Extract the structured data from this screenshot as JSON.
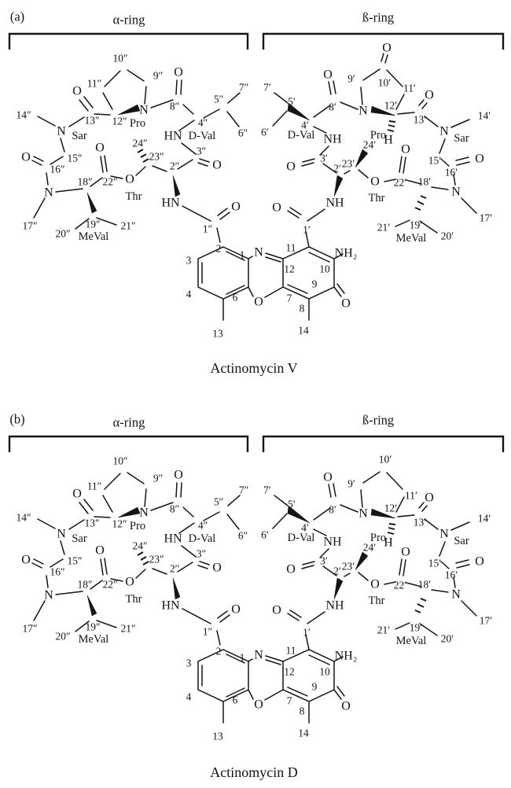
{
  "colors": {
    "ink": "#151515",
    "background": "#ffffff"
  },
  "panels": [
    {
      "letter": "(a)",
      "alpha_label": "α-ring",
      "beta_label": "ß-ring",
      "title": "Actinomycin V",
      "labels": [
        [
          "10″",
          153,
          74,
          "n"
        ],
        [
          "9″",
          201,
          96,
          "n"
        ],
        [
          "11″",
          120,
          106,
          "n"
        ],
        [
          "O",
          98,
          116,
          "a"
        ],
        [
          "14″",
          30,
          146,
          "n"
        ],
        [
          "N",
          183,
          140,
          "a"
        ],
        [
          "13″",
          117,
          153,
          "n"
        ],
        [
          "12″",
          152,
          154,
          "n"
        ],
        [
          "Pro",
          175,
          157,
          "m"
        ],
        [
          "N",
          78,
          167,
          "a"
        ],
        [
          "Sar",
          101,
          173,
          "m"
        ],
        [
          "O",
          33,
          200,
          "a"
        ],
        [
          "15″",
          95,
          201,
          "n"
        ],
        [
          "16″",
          73,
          215,
          "n"
        ],
        [
          "N",
          62,
          245,
          "a"
        ],
        [
          "17″",
          38,
          287,
          "n"
        ],
        [
          "18″",
          108,
          231,
          "n"
        ],
        [
          "22″",
          140,
          231,
          "n"
        ],
        [
          "O",
          127,
          188,
          "a"
        ],
        [
          "O",
          165,
          228,
          "a"
        ],
        [
          "Thr",
          170,
          250,
          "m"
        ],
        [
          "19″",
          118,
          285,
          "n"
        ],
        [
          "20″",
          80,
          297,
          "n"
        ],
        [
          "21″",
          163,
          287,
          "n"
        ],
        [
          "MeVal",
          119,
          301,
          "m"
        ],
        [
          "24″",
          178,
          182,
          "n"
        ],
        [
          "23″",
          199,
          199,
          "n"
        ],
        [
          "2″",
          222,
          211,
          "n"
        ],
        [
          "3″",
          256,
          192,
          "n"
        ],
        [
          "O",
          276,
          210,
          "a"
        ],
        [
          "HN",
          220,
          173,
          "a"
        ],
        [
          "D-Val",
          257,
          173,
          "m"
        ],
        [
          "4″",
          258,
          156,
          "n"
        ],
        [
          "8″",
          222,
          135,
          "n"
        ],
        [
          "O",
          227,
          92,
          "a"
        ],
        [
          "5″",
          278,
          126,
          "n"
        ],
        [
          "7″",
          310,
          111,
          "n"
        ],
        [
          "6″",
          309,
          169,
          "n"
        ],
        [
          "HN",
          217,
          258,
          "a"
        ],
        [
          "O",
          300,
          263,
          "a"
        ],
        [
          "1″",
          264,
          291,
          "n"
        ],
        [
          "2",
          278,
          316,
          "n"
        ],
        [
          "3",
          240,
          331,
          "n"
        ],
        [
          "1",
          308,
          324,
          "n"
        ],
        [
          "N",
          329,
          321,
          "a"
        ],
        [
          "11",
          370,
          315,
          "n"
        ],
        [
          "12",
          368,
          342,
          "n"
        ],
        [
          "10",
          413,
          342,
          "n"
        ],
        [
          "NH₂",
          440,
          322,
          "a"
        ],
        [
          "4",
          240,
          374,
          "n"
        ],
        [
          "6",
          299,
          378,
          "n"
        ],
        [
          "O",
          329,
          384,
          "a"
        ],
        [
          "7",
          368,
          379,
          "n"
        ],
        [
          "9",
          400,
          361,
          "n"
        ],
        [
          "8",
          384,
          392,
          "n"
        ],
        [
          "O",
          440,
          386,
          "a"
        ],
        [
          "13",
          277,
          424,
          "n"
        ],
        [
          "14",
          386,
          420,
          "n"
        ],
        [
          "O",
          352,
          264,
          "a"
        ],
        [
          "1′",
          390,
          292,
          "n"
        ],
        [
          "NH",
          426,
          258,
          "a"
        ],
        [
          "3′",
          412,
          201,
          "n"
        ],
        [
          "O",
          370,
          212,
          "a"
        ],
        [
          "2′",
          429,
          214,
          "n"
        ],
        [
          "23′",
          443,
          208,
          "n"
        ],
        [
          "24′",
          470,
          184,
          "n"
        ],
        [
          "NH",
          423,
          177,
          "a"
        ],
        [
          "D-Val",
          383,
          172,
          "m"
        ],
        [
          "4′",
          388,
          159,
          "n"
        ],
        [
          "6′",
          337,
          168,
          "n"
        ],
        [
          "5′",
          371,
          129,
          "n"
        ],
        [
          "7′",
          340,
          111,
          "n"
        ],
        [
          "8′",
          423,
          136,
          "n"
        ],
        [
          "O",
          417,
          95,
          "a"
        ],
        [
          "9′",
          447,
          100,
          "n"
        ],
        [
          "N",
          462,
          141,
          "a"
        ],
        [
          "10′",
          489,
          105,
          "n"
        ],
        [
          "O",
          492,
          61,
          "a"
        ],
        [
          "11′",
          521,
          112,
          "n"
        ],
        [
          "12′",
          497,
          134,
          "n"
        ],
        [
          "Pro",
          481,
          172,
          "m"
        ],
        [
          "H",
          494,
          178,
          "a"
        ],
        [
          "13′",
          534,
          152,
          "n"
        ],
        [
          "O",
          546,
          121,
          "a"
        ],
        [
          "14′",
          616,
          147,
          "n"
        ],
        [
          "N",
          565,
          167,
          "a"
        ],
        [
          "Sar",
          587,
          176,
          "m"
        ],
        [
          "15′",
          553,
          204,
          "n"
        ],
        [
          "16′",
          574,
          219,
          "n"
        ],
        [
          "O",
          610,
          202,
          "a"
        ],
        [
          "N",
          580,
          244,
          "a"
        ],
        [
          "17′",
          618,
          277,
          "n"
        ],
        [
          "18′",
          540,
          231,
          "n"
        ],
        [
          "22′",
          509,
          232,
          "n"
        ],
        [
          "O",
          516,
          190,
          "a"
        ],
        [
          "O",
          477,
          231,
          "a"
        ],
        [
          "Thr",
          479,
          252,
          "m"
        ],
        [
          "19′",
          529,
          286,
          "n"
        ],
        [
          "21′",
          488,
          289,
          "n"
        ],
        [
          "20′",
          569,
          300,
          "n"
        ],
        [
          "MeVal",
          523,
          303,
          "m"
        ]
      ]
    },
    {
      "letter": "(b)",
      "alpha_label": "α-ring",
      "beta_label": "ß-ring",
      "title": "Actinomycin D",
      "labels": [
        [
          "10″",
          153,
          74,
          "n"
        ],
        [
          "9″",
          201,
          96,
          "n"
        ],
        [
          "11″",
          120,
          106,
          "n"
        ],
        [
          "O",
          98,
          116,
          "a"
        ],
        [
          "14″",
          30,
          146,
          "n"
        ],
        [
          "N",
          183,
          140,
          "a"
        ],
        [
          "13″",
          117,
          153,
          "n"
        ],
        [
          "12″",
          152,
          154,
          "n"
        ],
        [
          "Pro",
          175,
          157,
          "m"
        ],
        [
          "N",
          78,
          167,
          "a"
        ],
        [
          "Sar",
          101,
          173,
          "m"
        ],
        [
          "O",
          33,
          200,
          "a"
        ],
        [
          "15″",
          95,
          201,
          "n"
        ],
        [
          "16″",
          73,
          215,
          "n"
        ],
        [
          "N",
          62,
          245,
          "a"
        ],
        [
          "17″",
          38,
          287,
          "n"
        ],
        [
          "18″",
          108,
          231,
          "n"
        ],
        [
          "22″",
          140,
          231,
          "n"
        ],
        [
          "O",
          127,
          188,
          "a"
        ],
        [
          "O",
          165,
          228,
          "a"
        ],
        [
          "Thr",
          170,
          250,
          "m"
        ],
        [
          "19″",
          118,
          285,
          "n"
        ],
        [
          "20″",
          80,
          297,
          "n"
        ],
        [
          "21″",
          163,
          287,
          "n"
        ],
        [
          "MeVal",
          119,
          301,
          "m"
        ],
        [
          "24″",
          178,
          182,
          "n"
        ],
        [
          "23″",
          199,
          199,
          "n"
        ],
        [
          "2″",
          222,
          211,
          "n"
        ],
        [
          "3″",
          256,
          192,
          "n"
        ],
        [
          "O",
          276,
          210,
          "a"
        ],
        [
          "HN",
          220,
          173,
          "a"
        ],
        [
          "D-Val",
          257,
          173,
          "m"
        ],
        [
          "4″",
          258,
          156,
          "n"
        ],
        [
          "8″",
          222,
          135,
          "n"
        ],
        [
          "O",
          227,
          92,
          "a"
        ],
        [
          "5″",
          278,
          126,
          "n"
        ],
        [
          "7″",
          310,
          111,
          "n"
        ],
        [
          "6″",
          309,
          169,
          "n"
        ],
        [
          "HN",
          217,
          258,
          "a"
        ],
        [
          "O",
          300,
          263,
          "a"
        ],
        [
          "1″",
          264,
          291,
          "n"
        ],
        [
          "2",
          278,
          316,
          "n"
        ],
        [
          "3",
          240,
          331,
          "n"
        ],
        [
          "1",
          308,
          324,
          "n"
        ],
        [
          "N",
          329,
          321,
          "a"
        ],
        [
          "11",
          370,
          315,
          "n"
        ],
        [
          "12",
          368,
          342,
          "n"
        ],
        [
          "10",
          413,
          342,
          "n"
        ],
        [
          "NH₂",
          440,
          322,
          "a"
        ],
        [
          "4",
          240,
          374,
          "n"
        ],
        [
          "6",
          299,
          378,
          "n"
        ],
        [
          "O",
          329,
          384,
          "a"
        ],
        [
          "7",
          368,
          379,
          "n"
        ],
        [
          "9",
          400,
          361,
          "n"
        ],
        [
          "8",
          384,
          392,
          "n"
        ],
        [
          "O",
          440,
          386,
          "a"
        ],
        [
          "13",
          277,
          424,
          "n"
        ],
        [
          "14",
          386,
          420,
          "n"
        ],
        [
          "O",
          352,
          264,
          "a"
        ],
        [
          "1′",
          390,
          292,
          "n"
        ],
        [
          "NH",
          426,
          258,
          "a"
        ],
        [
          "3′",
          412,
          201,
          "n"
        ],
        [
          "O",
          370,
          212,
          "a"
        ],
        [
          "2′",
          429,
          214,
          "n"
        ],
        [
          "23′",
          443,
          208,
          "n"
        ],
        [
          "24′",
          470,
          184,
          "n"
        ],
        [
          "NH",
          423,
          177,
          "a"
        ],
        [
          "D-Val",
          383,
          172,
          "m"
        ],
        [
          "4′",
          388,
          159,
          "n"
        ],
        [
          "6′",
          337,
          168,
          "n"
        ],
        [
          "5′",
          371,
          129,
          "n"
        ],
        [
          "7′",
          340,
          111,
          "n"
        ],
        [
          "8′",
          423,
          136,
          "n"
        ],
        [
          "O",
          417,
          95,
          "a"
        ],
        [
          "9′",
          447,
          103,
          "n"
        ],
        [
          "N",
          462,
          141,
          "a"
        ],
        [
          "10′",
          490,
          72,
          "n"
        ],
        [
          "11′",
          523,
          118,
          "n"
        ],
        [
          "12′",
          497,
          134,
          "n"
        ],
        [
          "Pro",
          481,
          172,
          "m"
        ],
        [
          "H",
          494,
          178,
          "a"
        ],
        [
          "13′",
          534,
          152,
          "n"
        ],
        [
          "O",
          546,
          121,
          "a"
        ],
        [
          "14′",
          616,
          147,
          "n"
        ],
        [
          "N",
          565,
          167,
          "a"
        ],
        [
          "Sar",
          587,
          176,
          "m"
        ],
        [
          "15′",
          553,
          204,
          "n"
        ],
        [
          "16′",
          574,
          219,
          "n"
        ],
        [
          "O",
          610,
          202,
          "a"
        ],
        [
          "N",
          580,
          244,
          "a"
        ],
        [
          "17′",
          618,
          277,
          "n"
        ],
        [
          "18′",
          540,
          231,
          "n"
        ],
        [
          "22′",
          509,
          232,
          "n"
        ],
        [
          "O",
          516,
          190,
          "a"
        ],
        [
          "O",
          477,
          231,
          "a"
        ],
        [
          "Thr",
          479,
          252,
          "m"
        ],
        [
          "19′",
          529,
          286,
          "n"
        ],
        [
          "21′",
          488,
          289,
          "n"
        ],
        [
          "20′",
          569,
          300,
          "n"
        ],
        [
          "MeVal",
          523,
          303,
          "m"
        ]
      ]
    }
  ]
}
